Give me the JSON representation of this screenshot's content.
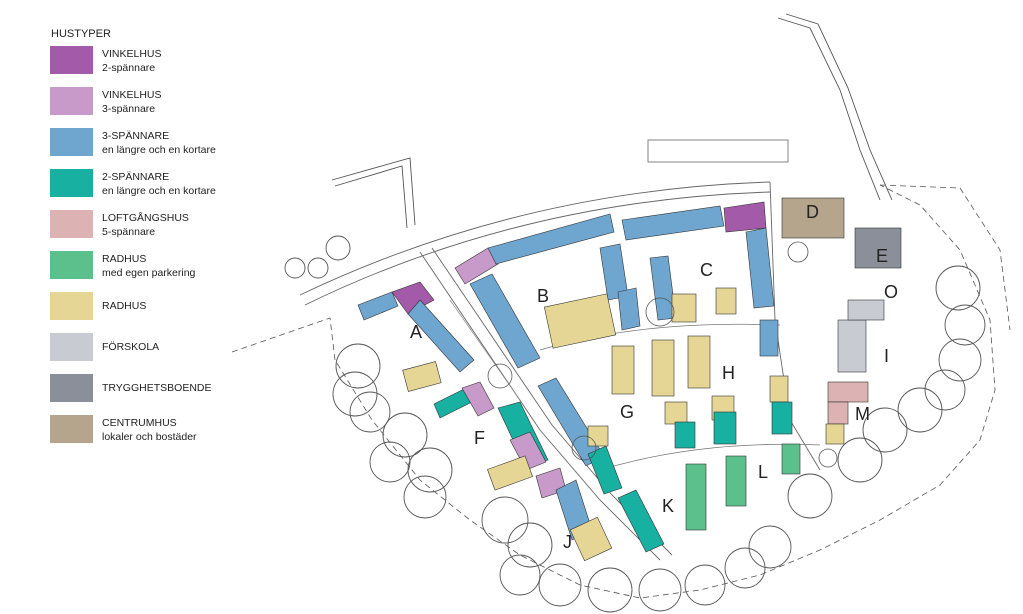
{
  "legend": {
    "title": "HUSTYPER",
    "items": [
      {
        "line1": "VINKELHUS",
        "line2": "2-spännare",
        "color": "#a35aa8"
      },
      {
        "line1": "VINKELHUS",
        "line2": "3-spännare",
        "color": "#c79ac9"
      },
      {
        "line1": "3-SPÄNNARE",
        "line2": "en längre och en kortare",
        "color": "#6fa6d0"
      },
      {
        "line1": "2-SPÄNNARE",
        "line2": "en längre och en kortare",
        "color": "#17b0a1"
      },
      {
        "line1": "LOFTGÅNGSHUS",
        "line2": "5-spännare",
        "color": "#dcb3b2"
      },
      {
        "line1": "RADHUS",
        "line2": "med egen parkering",
        "color": "#5cc08d"
      },
      {
        "line1": "RADHUS",
        "line2": "",
        "color": "#e6d696"
      },
      {
        "line1": "FÖRSKOLA",
        "line2": "",
        "color": "#c8cbd1"
      },
      {
        "line1": "TRYGGHETSBOENDE",
        "line2": "",
        "color": "#8b8f9a"
      },
      {
        "line1": "CENTRUMHUS",
        "line2": "lokaler och bostäder",
        "color": "#b4a58c"
      }
    ]
  },
  "zones": {
    "A": "A",
    "B": "B",
    "C": "C",
    "D": "D",
    "E": "E",
    "F": "F",
    "G": "G",
    "H": "H",
    "I": "I",
    "J": "J",
    "K": "K",
    "L": "L",
    "M": "M",
    "O": "O"
  }
}
